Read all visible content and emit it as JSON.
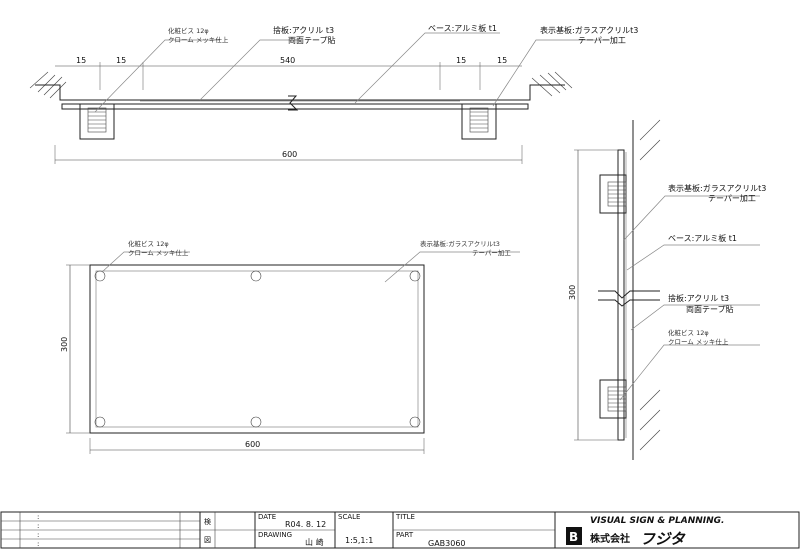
{
  "top_view": {
    "dims": {
      "d1": "15",
      "d2": "15",
      "d3": "540",
      "d4": "15",
      "d5": "15",
      "overall": "600"
    },
    "labels": {
      "screw_l1": "化粧ビス 12φ",
      "screw_l2": "クローム メッキ仕上",
      "sute_l1": "捨板:アクリル t3",
      "sute_l2": "両面テープ貼",
      "base": "ベース:アルミ板 t1",
      "face_l1": "表示基板:ガラスアクリルt3",
      "face_l2": "テーパー加工"
    }
  },
  "front_view": {
    "labels": {
      "screw_l1": "化粧ビス 12φ",
      "screw_l2": "クローム メッキ仕上",
      "face_l1": "表示基板:ガラスアクリルt3",
      "face_l2": "テーパー加工"
    },
    "dims": {
      "height": "300",
      "width": "600"
    }
  },
  "side_view": {
    "dims": {
      "height": "300"
    },
    "labels": {
      "face_l1": "表示基板:ガラスアクリルt3",
      "face_l2": "テーパー加工",
      "base": "ベース:アルミ板 t1",
      "sute_l1": "捨板:アクリル t3",
      "sute_l2": "両面テープ貼",
      "screw_l1": "化粧ビス 12φ",
      "screw_l2": "クローム メッキ仕上"
    }
  },
  "title_block": {
    "rev_marks": [
      ":",
      ":",
      ":",
      ":"
    ],
    "check_label": "検",
    "drawn_label": "図",
    "date_label": "DATE",
    "date_value": "R04. 8. 12",
    "drawing_label": "DRAWING",
    "drawing_value": "山 崎",
    "scale_label": "SCALE",
    "scale_value": "1:5,1:1",
    "title_label": "TITLE",
    "part_label": "PART",
    "part_value": "GAB3060",
    "company_en": "VISUAL SIGN & PLANNING.",
    "company_jp": "株式会社",
    "company_name": "フジタ",
    "logo_letter": "B"
  }
}
